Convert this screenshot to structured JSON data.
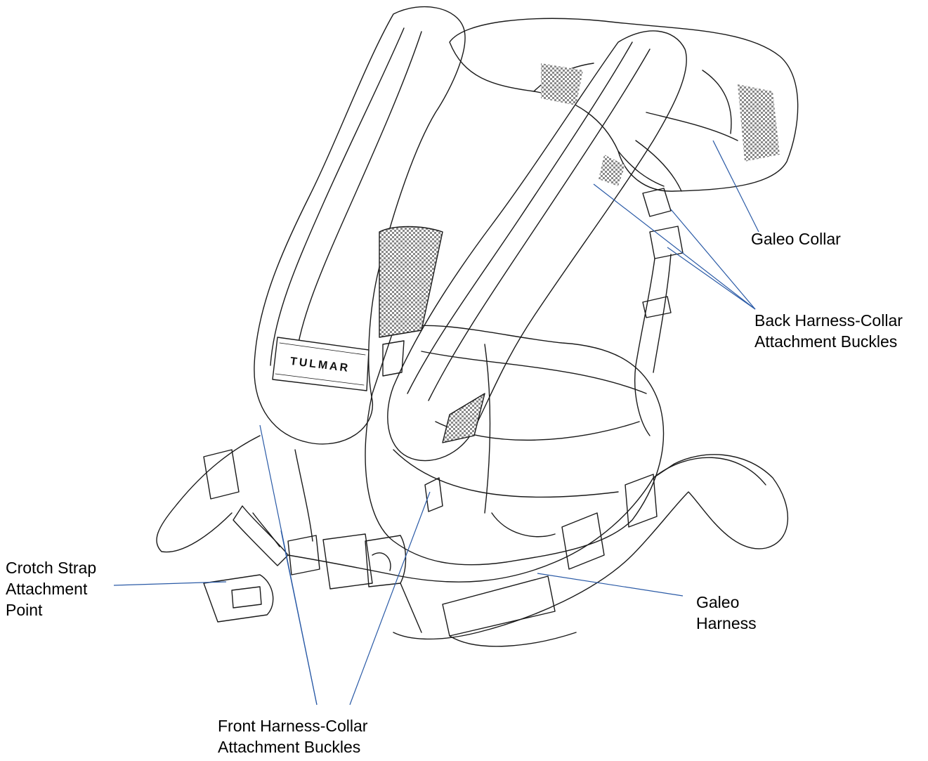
{
  "diagram": {
    "brand_text": "TULMAR",
    "line_color": "#2a5aa6",
    "outline_color": "#1a1a1a",
    "mesh_color": "#8a8a8a",
    "labels": {
      "galeo_collar": "Galeo Collar",
      "back_buckles_line1": "Back Harness-Collar",
      "back_buckles_line2": "Attachment Buckles",
      "crotch_line1": "Crotch Strap",
      "crotch_line2": "Attachment",
      "crotch_line3": "Point",
      "harness_line1": "Galeo",
      "harness_line2": "Harness",
      "front_buckles_line1": "Front Harness-Collar",
      "front_buckles_line2": "Attachment Buckles"
    }
  }
}
